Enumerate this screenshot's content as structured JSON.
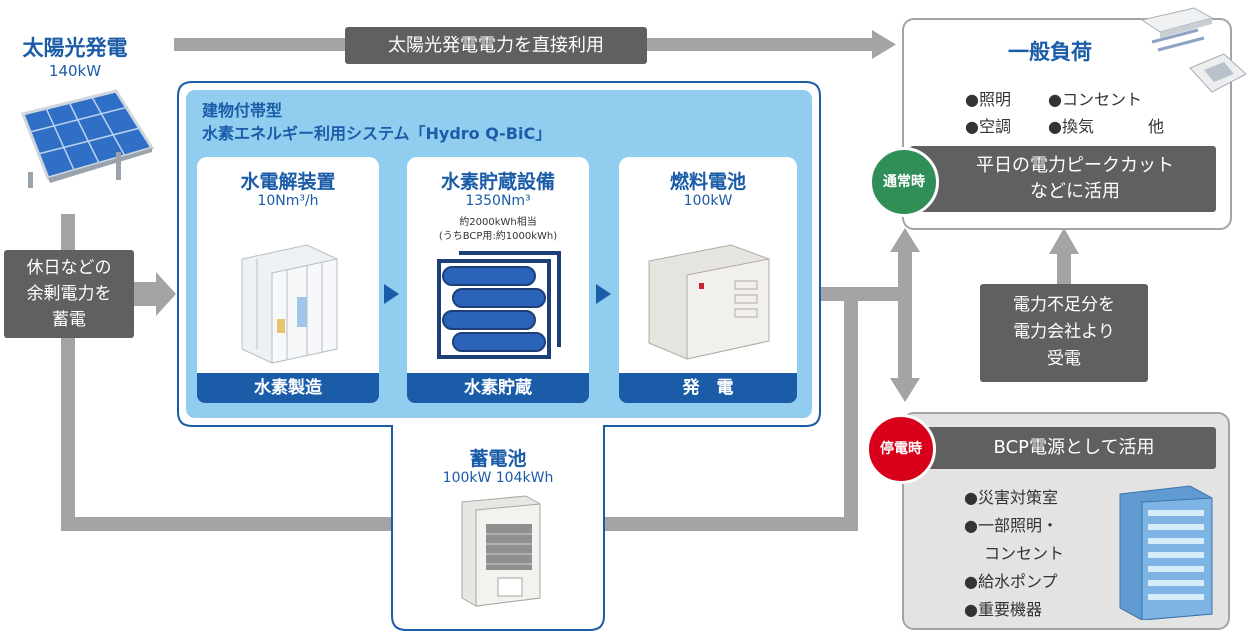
{
  "solar": {
    "title": "太陽光発電",
    "capacity": "140kW"
  },
  "direct_use": {
    "label": "太陽光発電電力を直接利用"
  },
  "surplus": {
    "line1": "休日などの",
    "line2": "余剰電力を",
    "line3": "蓄電"
  },
  "system": {
    "title1": "建物付帯型",
    "title2": "水素エネルギー利用システム「Hydro Q-BiC」",
    "units": [
      {
        "name": "水電解装置",
        "spec": "10Nm³/h",
        "note1": "",
        "note2": "",
        "bar": "水素製造"
      },
      {
        "name": "水素貯蔵設備",
        "spec": "1350Nm³",
        "note1": "約2000kWh相当",
        "note2": "(うちBCP用:約1000kWh)",
        "bar": "水素貯蔵"
      },
      {
        "name": "燃料電池",
        "spec": "100kW",
        "note1": "",
        "note2": "",
        "bar": "発　電"
      }
    ]
  },
  "battery": {
    "title": "蓄電池",
    "spec": "100kW 104kWh"
  },
  "general_load": {
    "title": "一般負荷",
    "item1": "●照明",
    "item2": "●コンセント",
    "item3": "●空調",
    "item4": "●換気",
    "item5": "他",
    "badge": "通常時",
    "caption1": "平日の電力ピークカット",
    "caption2": "などに活用"
  },
  "grid": {
    "line1": "電力不足分を",
    "line2": "電力会社より",
    "line3": "受電"
  },
  "outage": {
    "badge": "停電時",
    "title": "BCP電源として活用",
    "items": [
      "●災害対策室",
      "●一部照明・",
      "コンセント",
      "●給水ポンプ",
      "●重要機器"
    ]
  },
  "colors": {
    "brand_blue": "#1b5ca8",
    "panel_blue": "#90cdef",
    "dark_gray": "#606060",
    "arrow_gray": "#a4a4a4",
    "normal_green": "#2f8f57",
    "outage_red": "#d9001b"
  }
}
